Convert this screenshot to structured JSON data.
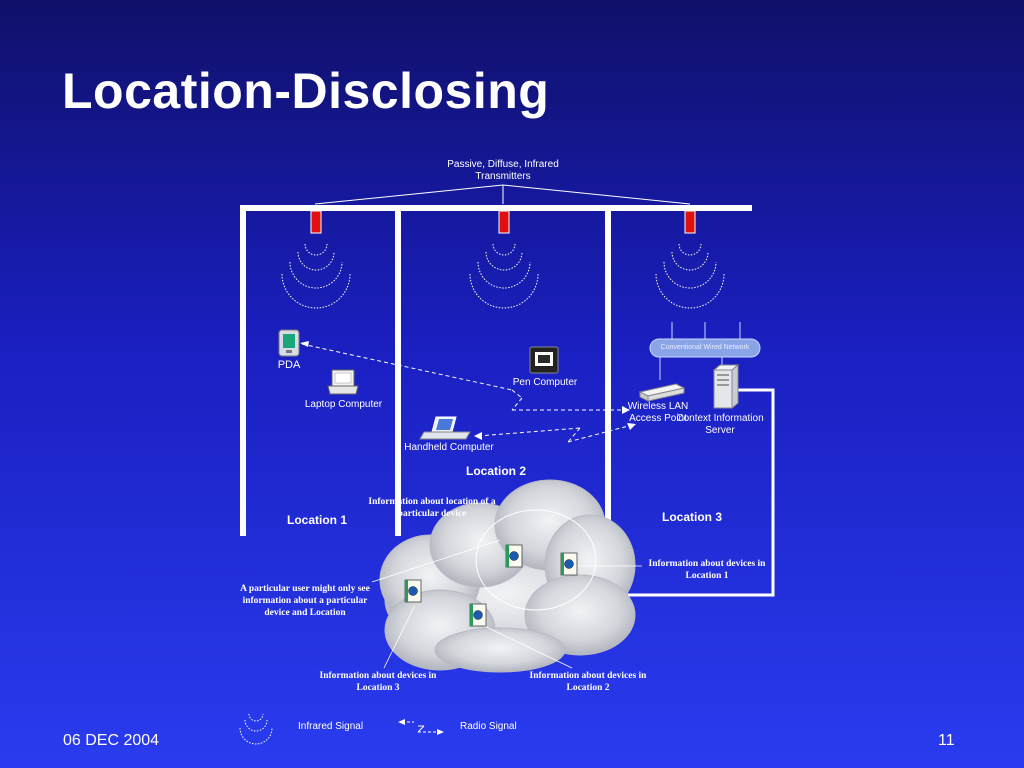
{
  "slide": {
    "title": "Location-Disclosing",
    "date": "06 DEC 2004",
    "page_number": "11"
  },
  "diagram": {
    "transmitters_label": "Passive, Diffuse, Infrared Transmitters",
    "devices": {
      "pda": "PDA",
      "laptop": "Laptop Computer",
      "pen": "Pen Computer",
      "handheld": "Handheld Computer",
      "wireless_lan": "Wireless LAN Access Point",
      "context_server": "Context Information Server",
      "wired_network": "Conventional Wired Network"
    },
    "locations": {
      "loc1": "Location 1",
      "loc2": "Location 2",
      "loc3": "Location 3"
    },
    "annotations": {
      "info_location_particular": "Information about location of a particular device",
      "user_sees": "A particular user might only see information about a particular device and Location",
      "info_loc1": "Information about devices in Location 1",
      "info_loc3": "Information about devices in Location 3",
      "info_loc2": "Information about devices in Location 2"
    },
    "legend": {
      "infrared": "Infrared Signal",
      "radio": "Radio Signal"
    }
  },
  "colors": {
    "background_top": "#10106a",
    "background_bottom": "#2a3cf0",
    "transmitter": "#e01010",
    "wall": "#ffffff",
    "cloud": "#d6d8e0"
  }
}
